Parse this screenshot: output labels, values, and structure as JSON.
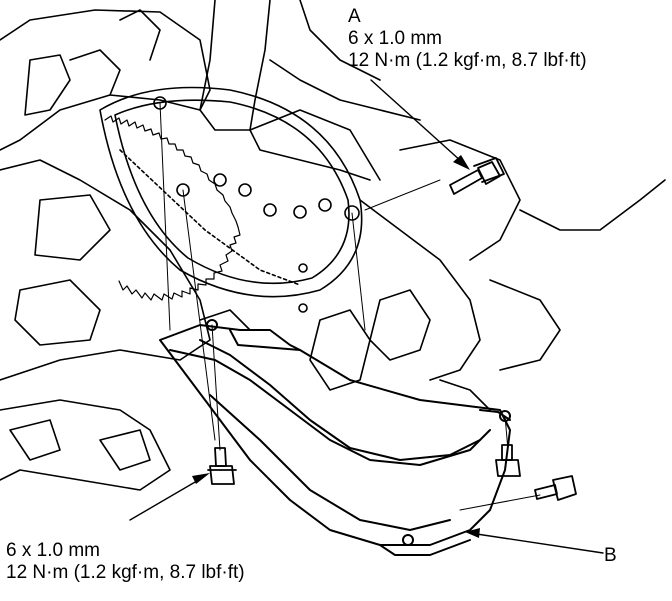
{
  "callouts": {
    "a": {
      "letter": "A",
      "size": "6 x 1.0 mm",
      "torque": "12 N·m (1.2 kgf·m, 8.7 lbf·ft)"
    },
    "left_bolts": {
      "size": "6 x 1.0 mm",
      "torque": "12 N·m (1.2 kgf·m, 8.7 lbf·ft)"
    },
    "b": {
      "letter": "B"
    }
  },
  "colors": {
    "line": "#000000",
    "background": "#ffffff"
  }
}
